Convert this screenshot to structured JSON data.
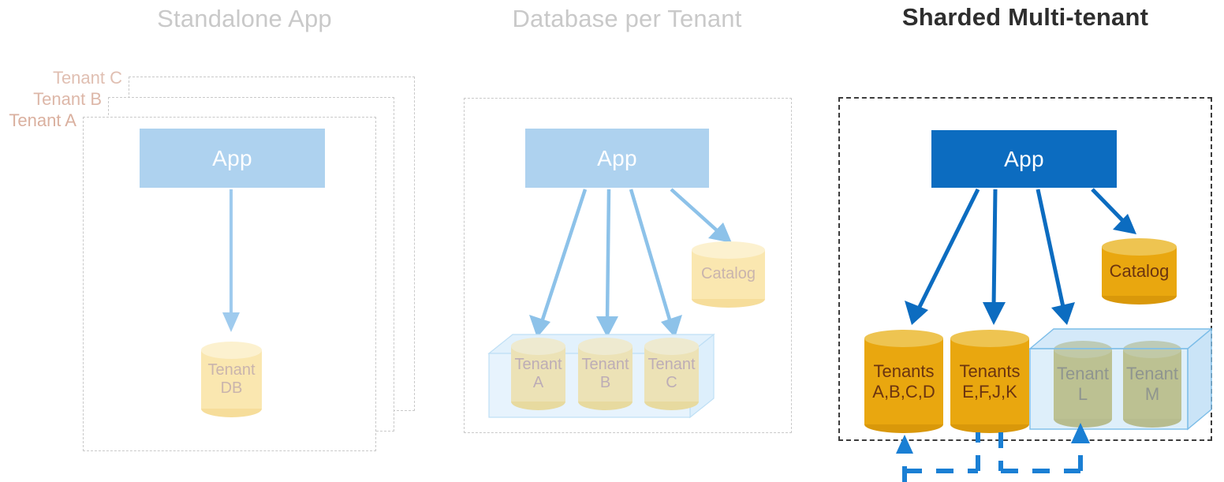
{
  "diagram": {
    "title_bar": [
      "Standalone App",
      "Database per Tenant",
      "Sharded Multi-tenant"
    ],
    "colors": {
      "accent_blue": "#0c6cc0",
      "faded_blue": "#aed2ef",
      "strong_orange": "#e9a70f",
      "faded_orange": "#fae7b0",
      "title_faded": "#c9c9c9",
      "title_strong": "#2e2e2e",
      "tenant_label": "#d9b2a2",
      "dashed_faint": "#c9c9c9",
      "dashed_dark": "#3d3d3d",
      "box3d_fill": "#cfe7f8"
    }
  },
  "panels": [
    {
      "id": "standalone-app",
      "title": "Standalone App",
      "emphasis": "faded",
      "tenant_labels": [
        "Tenant C",
        "Tenant B",
        "Tenant A"
      ],
      "app_label": "App",
      "databases": [
        {
          "line1": "Tenant",
          "line2": "DB"
        }
      ]
    },
    {
      "id": "database-per-tenant",
      "title": "Database per Tenant",
      "emphasis": "faded",
      "app_label": "App",
      "catalog": {
        "line1": "Catalog",
        "line2": ""
      },
      "databases": [
        {
          "line1": "Tenant",
          "line2": "A"
        },
        {
          "line1": "Tenant",
          "line2": "B"
        },
        {
          "line1": "Tenant",
          "line2": "C"
        }
      ]
    },
    {
      "id": "sharded-multi-tenant",
      "title": "Sharded Multi-tenant",
      "emphasis": "strong",
      "app_label": "App",
      "catalog": {
        "line1": "Catalog",
        "line2": ""
      },
      "shards": [
        {
          "line1": "Tenants",
          "line2": "A,B,C,D"
        },
        {
          "line1": "Tenants",
          "line2": "E,F,J,K"
        }
      ],
      "boxed_databases": [
        {
          "line1": "Tenant",
          "line2": "L"
        },
        {
          "line1": "Tenant",
          "line2": "M"
        }
      ]
    }
  ]
}
